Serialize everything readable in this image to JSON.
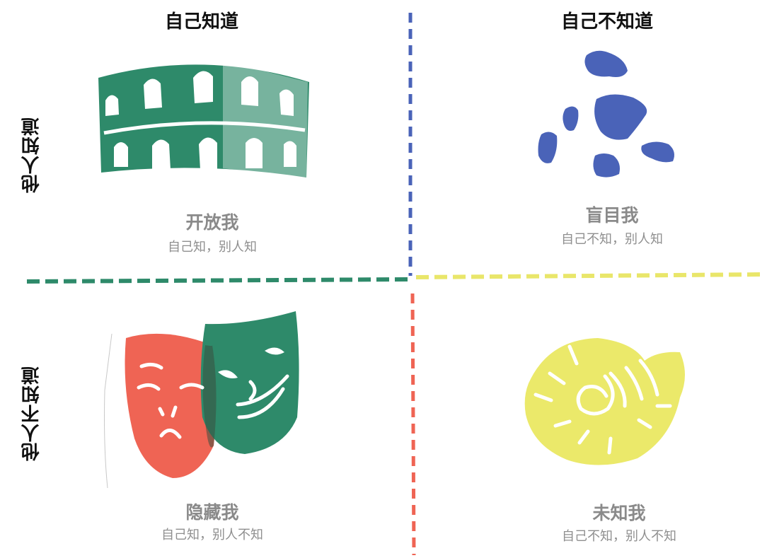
{
  "columns": {
    "left": "自己知道",
    "right": "自己不知道"
  },
  "rows": {
    "top": "他人知道",
    "bottom": "他人不知道"
  },
  "quadrants": {
    "open": {
      "title": "开放我",
      "subtitle": "自己知，别人知",
      "icon": "colosseum-icon",
      "color": "#2e8a6a"
    },
    "blind": {
      "title": "盲目我",
      "subtitle": "自己不知，别人知",
      "icon": "stones-icon",
      "color": "#4a63b8"
    },
    "hidden": {
      "title": "隐藏我",
      "subtitle": "自己知，别人不知",
      "icon": "theater-masks-icon",
      "color": "#ef6454"
    },
    "unknown": {
      "title": "未知我",
      "subtitle": "自己不知，别人不知",
      "icon": "nautilus-shell-icon",
      "color": "#ebe96a"
    }
  },
  "dividers": {
    "top_color": "#4a63b8",
    "bottom_color": "#ef6454",
    "left_color": "#2e8a6a",
    "right_color": "#e9e66a"
  }
}
